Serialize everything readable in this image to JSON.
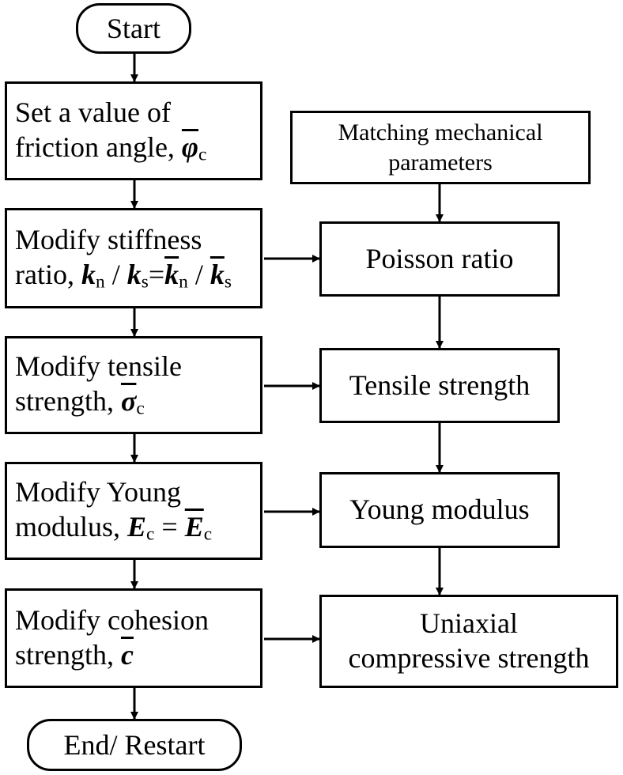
{
  "start": {
    "label": "Start"
  },
  "end": {
    "label": "End/ Restart"
  },
  "steps": [
    {
      "text": "Set a value of",
      "text2": "friction angle, ",
      "sym": "φ",
      "sub": "c"
    },
    {
      "text": "Modify stiffness",
      "text2": "ratio, ",
      "k": "k",
      "n": "n",
      "s": "s"
    },
    {
      "text": "Modify tensile",
      "text2": "strength,  ",
      "sym": "σ",
      "sub": "c"
    },
    {
      "text": "Modify Young",
      "text2": "modulus,  ",
      "sym": "E",
      "sub": "c"
    },
    {
      "text": "Modify cohesion",
      "text2": "strength, ",
      "sym": "c"
    }
  ],
  "header": {
    "line1": "Matching mechanical",
    "line2": "parameters"
  },
  "targets": [
    {
      "line1": "Poisson ratio"
    },
    {
      "line1": "Tensile strength"
    },
    {
      "line1": "Young modulus"
    },
    {
      "line1": "Uniaxial",
      "line2": "compressive strength"
    }
  ]
}
